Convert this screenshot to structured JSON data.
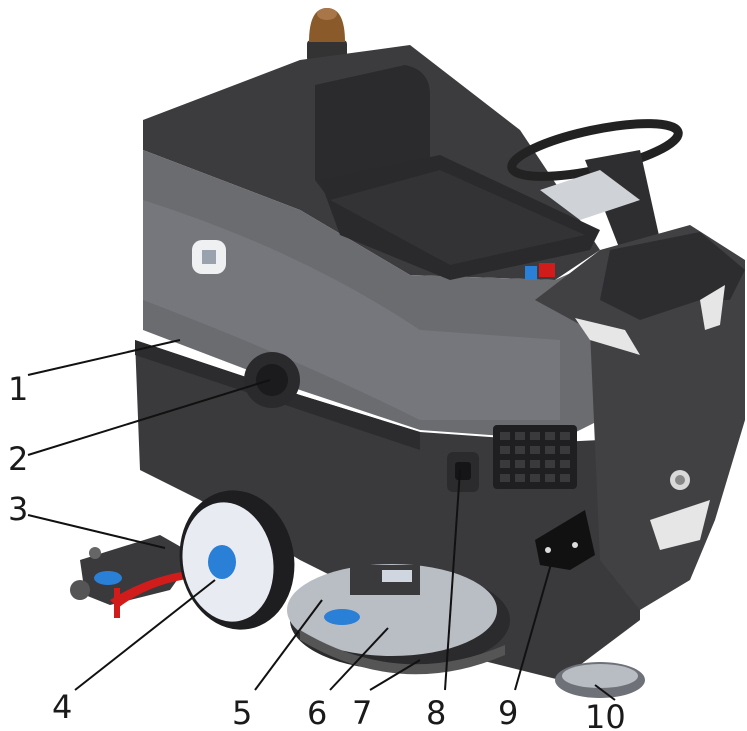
{
  "callouts": {
    "c1": "1",
    "c2": "2",
    "c3": "3",
    "c4": "4",
    "c5": "5",
    "c6": "6",
    "c7": "7",
    "c8": "8",
    "c9": "9",
    "c10": "10"
  },
  "colors": {
    "body_dark": "#3a3a3d",
    "body_mid": "#6b6c70",
    "body_light": "#8a8b8f",
    "seat": "#2b2b2d",
    "wheel_blue": "#2a7fd6",
    "wheel_rim": "#e8ecf2",
    "deck": "#b9bdc4",
    "beacon": "#8a5a2b",
    "accent_red": "#d21c1c",
    "headlight": "#e6e6e6"
  }
}
